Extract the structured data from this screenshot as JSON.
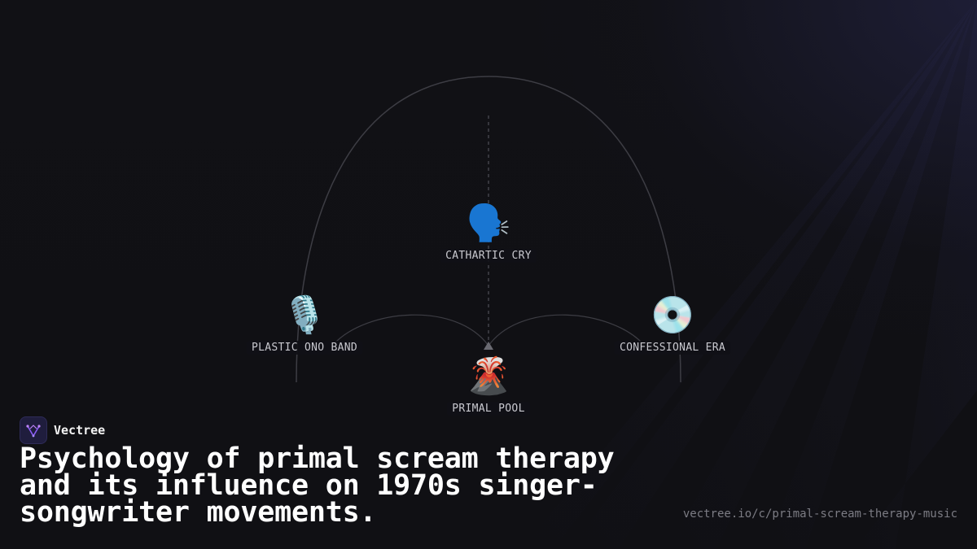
{
  "diagram": {
    "nodes": [
      {
        "id": "cathartic",
        "label": "CATHARTIC CRY",
        "icon": "speaking-head-icon",
        "glyph": "🗣️"
      },
      {
        "id": "plastic",
        "label": "PLASTIC ONO BAND",
        "icon": "microphone-icon",
        "glyph": "🎙️"
      },
      {
        "id": "confessional",
        "label": "CONFESSIONAL ERA",
        "icon": "compact-disc-icon",
        "glyph": "💿"
      },
      {
        "id": "primal",
        "label": "PRIMAL POOL",
        "icon": "volcano-icon",
        "glyph": "🌋"
      }
    ],
    "edges": [
      {
        "from": "plastic",
        "to": "confessional"
      },
      {
        "from": "plastic",
        "to": "primal"
      },
      {
        "from": "confessional",
        "to": "primal"
      },
      {
        "from": "cathartic",
        "to": "primal",
        "style": "dashed"
      }
    ]
  },
  "brand": {
    "name": "Vectree",
    "logo_icon": "vectree-logo-icon",
    "accent": "#8b5cf6"
  },
  "title": "Psychology of primal scream therapy and its influence on 1970s singer-songwriter movements.",
  "url": "vectree.io/c/primal-scream-therapy-music",
  "colors": {
    "background": "#111116",
    "edge": "#3a3a40",
    "label": "#c9c9cf"
  }
}
